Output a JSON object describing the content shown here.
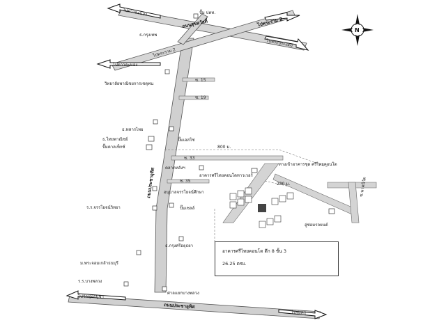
{
  "roads": {
    "ratchada_vertical": "ถนนประชาอุทิศ",
    "bottom_main": "ถนนประชาอุทิศ",
    "top_cross_1": "ถนนสุขสวัสดิ์",
    "top_cross_2": "ไปพระราม 2",
    "soi_15": "ซ. 15",
    "soi_19": "ซ. 19",
    "soi_33": "ซ. 33",
    "soi_35": "ซ. 35",
    "dist_800": "800 ม.",
    "dist_280": "280 ม.",
    "right_soi": "ซ.นาคนิวัต"
  },
  "arrows": {
    "to_talad_khlong_top": "ไปดาวคะนอง",
    "to_prapadaeng_top": "ไปพระประแดง",
    "to_talad_khlong_left": "ไปดาวคะนอง",
    "to_wat_phutthabucha": "ไปวัดพุทธบูชา",
    "to_thung_khru": "ไปทุ่งครุ",
    "to_suksawat_diag": "ไปพระราม 2"
  },
  "landmarks": {
    "ptt": "ปั๊ม ปตท.",
    "bangkok_bank": "ธ.กรุงเทพ",
    "tech_college": "วิทยาลัยพาณิชยการเชตุพน",
    "military_bank": "ธ.ทหารไทย",
    "thai_farmers": "ธ.ไทยพาณิชย์",
    "caltex": "ปั๊มคาลเท็กซ์",
    "esso": "ปั๊มเอสโซ่",
    "market": "ตลาดหลังฯ",
    "condo_town": "อาคารศรีไทยคอนโดทาวเวอร์",
    "entrance": "ทางเข้าอาคารชุด ศรีไทยคอนโด",
    "school_1": "อนุบาลจรรโยจน์ศึกษา",
    "shell": "ปั๊มเชลล์",
    "school_2": "ร.ร.จรรโยจน์วิทยา",
    "krungsri": "ธ.กรุงศรีอยุธยา",
    "kmutt": "ม.พระจอมเกล้าธนบุรี",
    "temple_school": "ร.ร.บางพลวง",
    "shrine": "ศาลแยกบางพลวง",
    "right_landmark": "อู่ซ่อมรถยนต์"
  },
  "info": {
    "line1": "อาคารศรีไทยคอนโด ตึก 8 ชั้น 3",
    "line2": "26.25 ตรม."
  },
  "compass": {
    "letter": "N"
  }
}
